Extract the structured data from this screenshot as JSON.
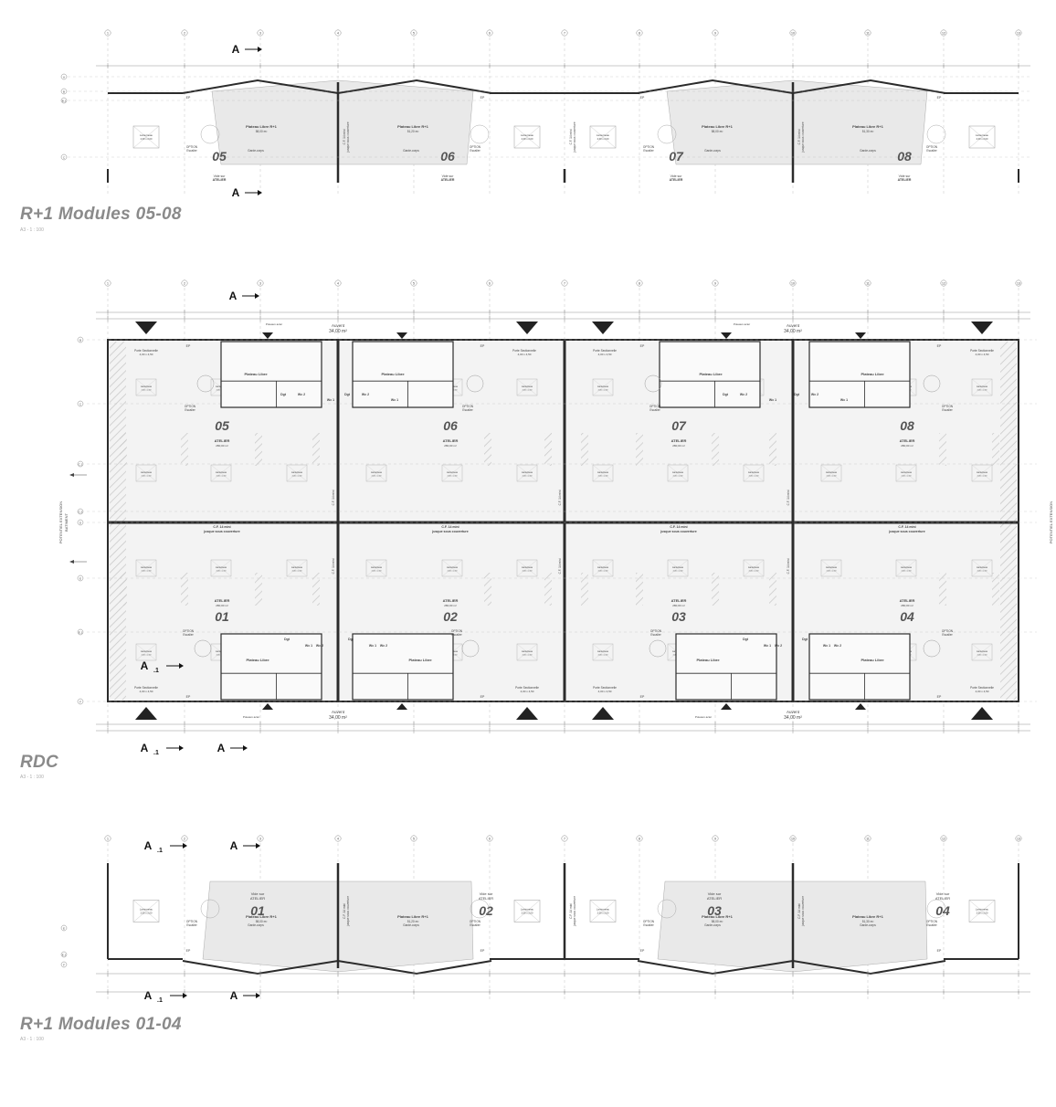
{
  "titles": {
    "r1_top": "R+1  Modules 05-08",
    "rdc": "RDC",
    "r1_bottom": "R+1   Modules 01-04",
    "scale": "A3 - 1 : 100"
  },
  "colors": {
    "wall": "#2b2b2b",
    "floor": "#e9e9e9",
    "line": "#888888",
    "grid": "#b5b5b5",
    "title": "#8a8a8a",
    "hatch": "#c8c8c8"
  },
  "grid_labels": [
    "1",
    "2",
    "3",
    "4",
    "5",
    "6",
    "7",
    "8",
    "9",
    "10",
    "11",
    "12",
    "13"
  ],
  "row_labels_top": [
    "A",
    "B",
    "B.1",
    "C"
  ],
  "row_labels_rdc": [
    "B",
    "C",
    "C.1",
    "C.2",
    "D",
    "E",
    "E.1",
    "F"
  ],
  "row_labels_bottom": [
    "E",
    "E.1",
    "F"
  ],
  "section_marks": {
    "A": "A",
    "A1": "A",
    "A1_sub": ".1"
  },
  "modules_top": [
    {
      "num": "05",
      "void": "Vide sur",
      "void2": "ATELIER",
      "plateau": "Plateau Libre R+1",
      "area": "58,00 m²"
    },
    {
      "num": "06",
      "void": "Vide sur",
      "void2": "ATELIER",
      "plateau": "Plateau Libre R+1",
      "area": "51,20 m²"
    },
    {
      "num": "07",
      "void": "Vide sur",
      "void2": "ATELIER",
      "plateau": "Plateau Libre R+1",
      "area": "58,00 m²"
    },
    {
      "num": "08",
      "void": "Vide sur",
      "void2": "ATELIER",
      "plateau": "Plateau Libre R+1",
      "area": "51,30 m²"
    }
  ],
  "modules_rdc_north": [
    {
      "num": "05",
      "atelier": "ATELIER",
      "area": "280,00 m²",
      "plateau": "Plateau Libre",
      "porte": "Porte Sectionnelle",
      "porte_dim": "4,00 x 4,50"
    },
    {
      "num": "06",
      "atelier": "ATELIER",
      "area": "280,00 m²",
      "plateau": "Plateau Libre",
      "porte": "Porte Sectionnelle",
      "porte_dim": "4,00 x 4,50"
    },
    {
      "num": "07",
      "atelier": "ATELIER",
      "area": "280,00 m²",
      "plateau": "Plateau Libre",
      "porte": "Porte Sectionnelle",
      "porte_dim": "4,00 x 4,50"
    },
    {
      "num": "08",
      "atelier": "ATELIER",
      "area": "280,00 m²",
      "plateau": "Plateau Libre",
      "porte": "Porte Sectionnelle",
      "porte_dim": "4,00 x 4,50"
    }
  ],
  "modules_rdc_south": [
    {
      "num": "01",
      "atelier": "ATELIER",
      "area": "280,00 m²",
      "plateau": "Plateau Libre",
      "porte": "Porte Sectionnelle",
      "porte_dim": "4,00 x 4,50"
    },
    {
      "num": "02",
      "atelier": "ATELIER",
      "area": "280,00 m²",
      "plateau": "Plateau Libre",
      "porte": "Porte Sectionnelle",
      "porte_dim": "4,00 x 4,50"
    },
    {
      "num": "03",
      "atelier": "ATELIER",
      "area": "280,00 m²",
      "plateau": "Plateau Libre",
      "porte": "Porte Sectionnelle",
      "porte_dim": "4,00 x 4,50"
    },
    {
      "num": "04",
      "atelier": "ATELIER",
      "area": "280,00 m²",
      "plateau": "Plateau Libre",
      "porte": "Porte Sectionnelle",
      "porte_dim": "4,00 x 4,50"
    }
  ],
  "modules_bottom": [
    {
      "num": "01",
      "void": "Vide sur",
      "void2": "ATELIER",
      "plateau": "Plateau Libre R+1",
      "area": "58,00 m²"
    },
    {
      "num": "02",
      "void": "Vide sur",
      "void2": "ATELIER",
      "plateau": "Plateau Libre R+1",
      "area": "51,20 m²"
    },
    {
      "num": "03",
      "void": "Vide sur",
      "void2": "ATELIER",
      "plateau": "Plateau Libre R+1",
      "area": "58,00 m²"
    },
    {
      "num": "04",
      "void": "Vide sur",
      "void2": "ATELIER",
      "plateau": "Plateau Libre R+1",
      "area": "51,30 m²"
    }
  ],
  "annotations": {
    "cf_wall": "C.F. 14 mini",
    "cf_wall2": "jusque sous couverture",
    "option": "OPTION",
    "escalier": "Escalier",
    "garde_corps": "Garde-corps",
    "lanterneau": "Lanterneau",
    "lanterneau_dim": "2,00 x 2,00",
    "potentiel": "POTENTIEL EXTENSION",
    "batiment": "BATIMENT",
    "auvent": "Auvent",
    "auvent_area": "34,00 m²",
    "wc1": "Wc 1",
    "wc2": "Wc 2",
    "dgt": "Dgt",
    "ep": "EP",
    "poteaux": "Poteaux acier"
  }
}
